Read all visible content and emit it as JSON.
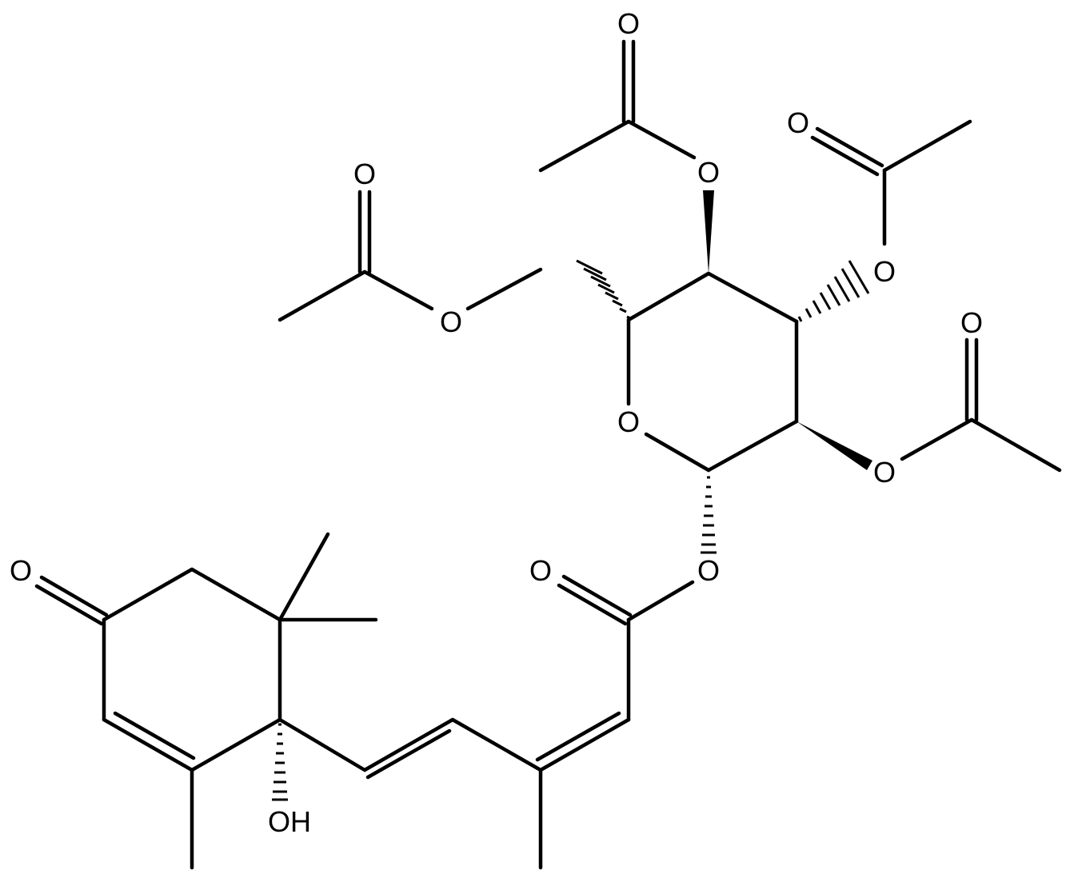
{
  "atom_labels": {
    "o_ring": "O",
    "o_ester_anomeric": "O",
    "o_carbonyl_ester": "O",
    "o_ketone": "O",
    "o_oac_c2": "O",
    "o_carbonyl_c2": "O",
    "o_oac_c3": "O",
    "o_carbonyl_c3": "O",
    "o_oac_c4": "O",
    "o_carbonyl_c4": "O",
    "o_oac_c6": "O",
    "o_carbonyl_c6": "O",
    "oh_label": "OH"
  },
  "colors": {
    "bond": "#000000",
    "label": "#000000",
    "background": "#ffffff"
  }
}
